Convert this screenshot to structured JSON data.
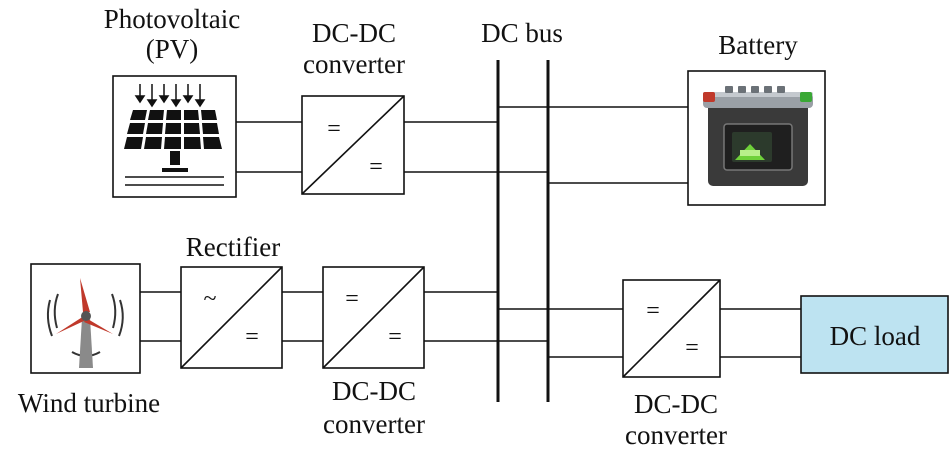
{
  "labels": {
    "pv_line1": "Photovoltaic",
    "pv_line2": "(PV)",
    "dcdc_top_line1": "DC-DC",
    "dcdc_top_line2": "converter",
    "dc_bus": "DC bus",
    "battery": "Battery",
    "rectifier": "Rectifier",
    "wind_turbine": "Wind turbine",
    "dcdc_wind_line1": "DC-DC",
    "dcdc_wind_line2": "converter",
    "dcdc_load_line1": "DC-DC",
    "dcdc_load_line2": "converter",
    "dc_load": "DC load"
  },
  "symbols": {
    "dc": "=",
    "ac": "~"
  },
  "colors": {
    "dc_load_fill": "#bde3f1",
    "battery_body": "#3a3a3a",
    "battery_lid": "#9aa0a6",
    "battery_accent": "#6fd13a",
    "battery_terminal_pos": "#c0392b",
    "battery_terminal_neg": "#3aa835",
    "turbine_blade": "#c0392b",
    "turbine_tower": "#8a8a8a"
  },
  "icons": {
    "pv": "solar-panel-icon",
    "battery": "car-battery-icon",
    "wind": "wind-turbine-icon"
  }
}
